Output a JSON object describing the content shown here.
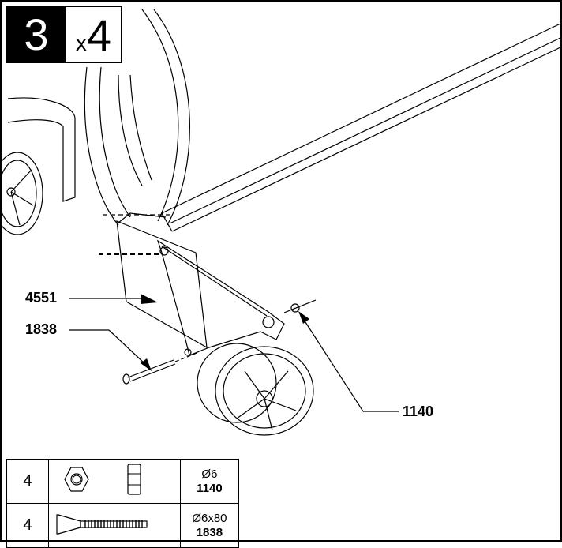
{
  "step": {
    "number": "3",
    "multiplier_prefix": "x",
    "multiplier_value": "4"
  },
  "callouts": {
    "frame_part": "4551",
    "bolt": "1838",
    "nut": "1140"
  },
  "parts": [
    {
      "qty": "4",
      "size": "Ø6",
      "code": "1140",
      "icon": "hex-nut-icon"
    },
    {
      "qty": "4",
      "size": "Ø6x80",
      "code": "1838",
      "icon": "bolt-icon"
    }
  ]
}
